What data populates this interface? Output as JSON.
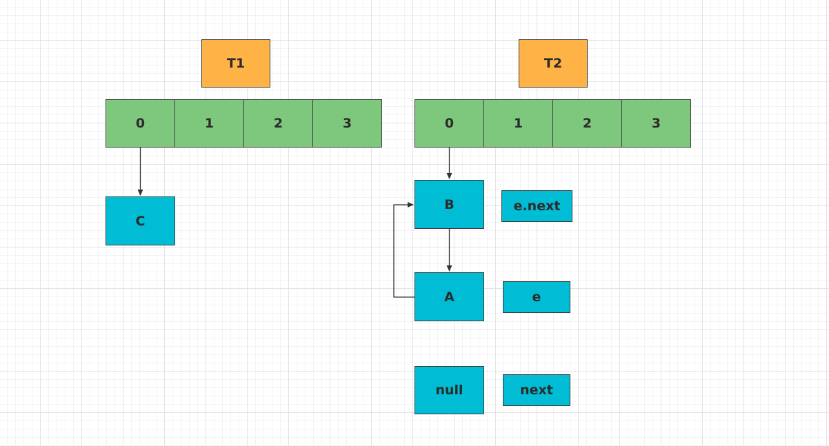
{
  "threads": {
    "t1": "T1",
    "t2": "T2"
  },
  "table1": {
    "cells": [
      "0",
      "1",
      "2",
      "3"
    ]
  },
  "table2": {
    "cells": [
      "0",
      "1",
      "2",
      "3"
    ]
  },
  "nodes": {
    "c": "C",
    "b": "B",
    "a": "A",
    "null": "null"
  },
  "labels": {
    "e_next": "e.next",
    "e": "e",
    "next": "next"
  },
  "colors": {
    "thread": "#ffb347",
    "table_cell": "#7ec87e",
    "node": "#00bcd4",
    "border": "#3a3a3a"
  }
}
